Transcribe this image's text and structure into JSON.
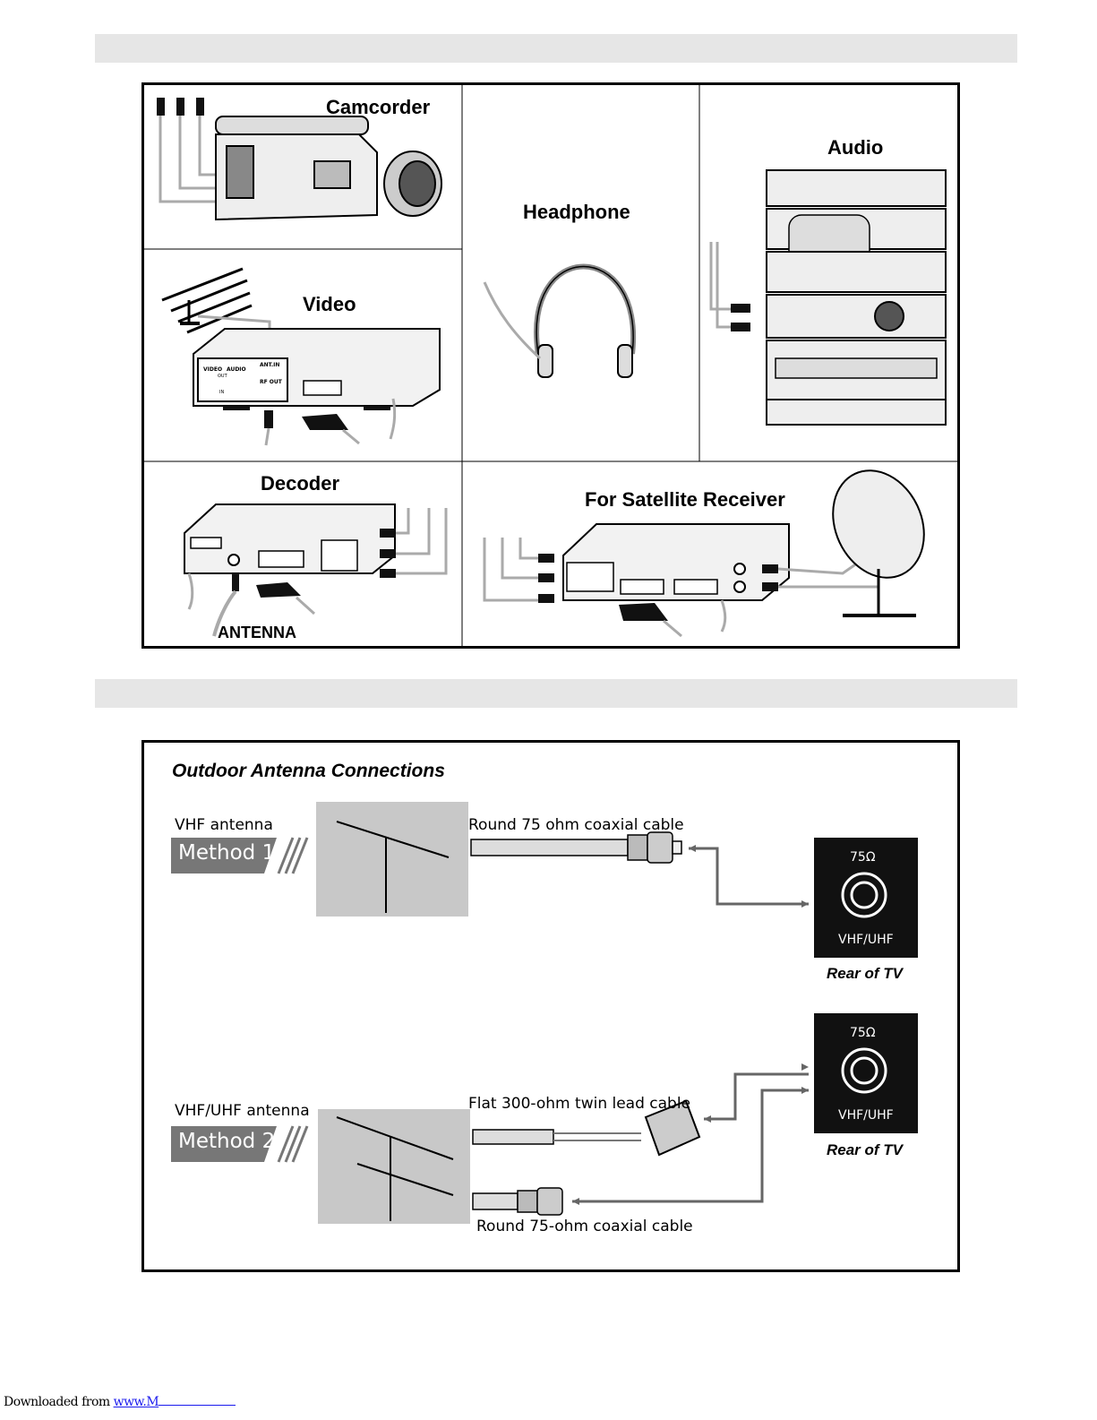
{
  "connections": {
    "camcorder": "Camcorder",
    "headphone": "Headphone",
    "audio": "Audio",
    "video": "Video",
    "decoder": "Decoder",
    "satellite": "For Satellite Receiver",
    "antenna": "ANTENNA",
    "vcr_jacks": {
      "video_out": "VIDEO",
      "audio_out": "AUDIO",
      "out": "OUT",
      "in": "IN",
      "ant_in": "ANT.IN",
      "rf_out": "RF OUT"
    }
  },
  "antenna": {
    "title": "Outdoor Antenna Connections",
    "method1": {
      "antenna_label": "VHF antenna",
      "badge": "Method 1",
      "cable": "Round 75 ohm coaxial cable"
    },
    "method2": {
      "antenna_label": "VHF/UHF antenna",
      "badge": "Method 2",
      "cable_flat": "Flat 300-ohm twin lead cable",
      "cable_round": "Round 75-ohm coaxial cable"
    },
    "tv_socket": {
      "ohm": "75Ω",
      "band": "VHF/UHF"
    },
    "rear_label": "Rear of TV"
  },
  "footer": {
    "prefix": "Downloaded from ",
    "link": "www.M"
  }
}
